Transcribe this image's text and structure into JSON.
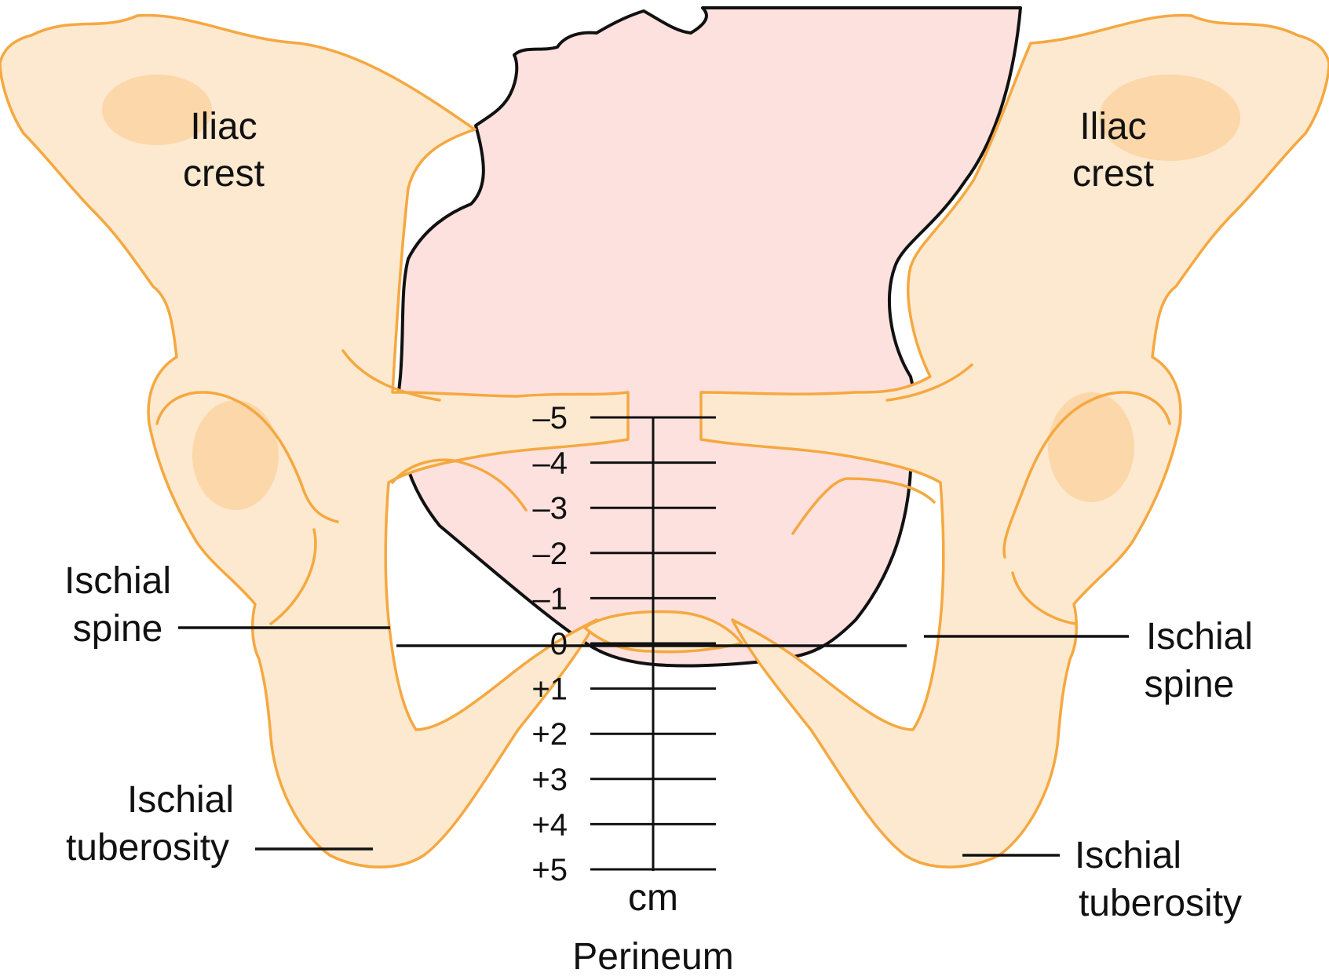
{
  "labels": {
    "iliac_crest_left": [
      "Iliac",
      "crest"
    ],
    "iliac_crest_right": [
      "Iliac",
      "crest"
    ],
    "ischial_spine_left": [
      "Ischial",
      "spine"
    ],
    "ischial_spine_right": [
      "Ischial",
      "spine"
    ],
    "ischial_tuberosity_left": [
      "Ischial",
      "tuberosity"
    ],
    "ischial_tuberosity_right": [
      "Ischial",
      "tuberosity"
    ],
    "unit": "cm",
    "perineum": "Perineum"
  },
  "station_scale": {
    "ticks": [
      "–5",
      "–4",
      "–3",
      "–2",
      "–1",
      "0",
      "+1",
      "+2",
      "+3",
      "+4",
      "+5"
    ]
  },
  "colors": {
    "bone_fill": "#fde9cf",
    "bone_outline": "#f5a841",
    "fetal_head": "#fde1de",
    "ink": "#111111"
  }
}
